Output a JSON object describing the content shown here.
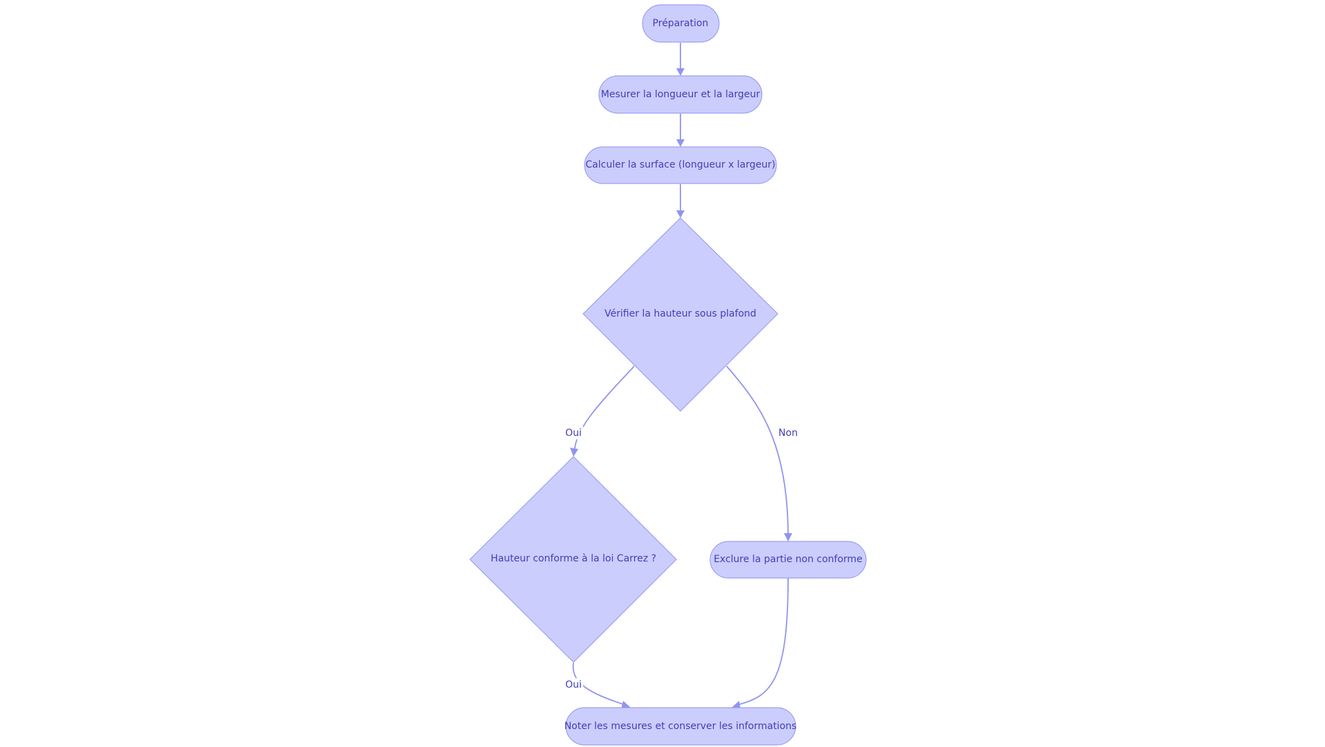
{
  "diagram": {
    "nodes": {
      "preparation": "Préparation",
      "measure": "Mesurer la longueur et la largeur",
      "calculate": "Calculer la surface (longueur x largeur)",
      "check_height": "Vérifier la hauteur sous plafond",
      "height_compliant": "Hauteur conforme à la loi Carrez ?",
      "exclude": "Exclure la partie non conforme",
      "record": "Noter les mesures et conserver les informations"
    },
    "edges": {
      "check_to_compliant": "Oui",
      "check_to_exclude": "Non",
      "compliant_to_record": "Oui"
    },
    "colors": {
      "node_fill": "#cbcdfd",
      "node_stroke": "#9c9ff0",
      "edge": "#9094ee",
      "text": "#3f3fb4"
    }
  }
}
